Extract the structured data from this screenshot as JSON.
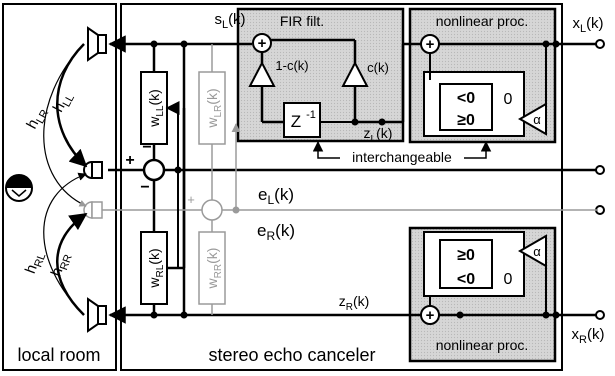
{
  "diagram": {
    "regions": {
      "local_room": "local room",
      "canceler": "stereo echo canceler"
    },
    "blocks": {
      "fir": {
        "title": "FIR filt.",
        "gain_a": "1-c(k)",
        "gain_b": "c(k)",
        "delay": "Z",
        "delay_exp": "-1"
      },
      "nl_top": {
        "title": "nonlinear proc.",
        "lt": "<0",
        "ge": "≥0",
        "zero": "0",
        "alpha": "α"
      },
      "nl_bottom": {
        "title": "nonlinear proc.",
        "lt": "<0",
        "ge": "≥0",
        "zero": "0",
        "alpha": "α"
      }
    },
    "filters": {
      "wLL": {
        "base": "w",
        "sub": "LL",
        "arg": "(k)"
      },
      "wLR": {
        "base": "w",
        "sub": "LR",
        "arg": "(k)"
      },
      "wRL": {
        "base": "w",
        "sub": "RL",
        "arg": "(k)"
      },
      "wRR": {
        "base": "w",
        "sub": "RR",
        "arg": "(k)"
      }
    },
    "signals": {
      "sL": {
        "base": "s",
        "sub": "L",
        "arg": "(k)"
      },
      "zL": {
        "base": "z",
        "sub": "L",
        "arg": "(k)"
      },
      "zR": {
        "base": "z",
        "sub": "R",
        "arg": "(k)"
      },
      "xL": {
        "base": "x",
        "sub": "L",
        "arg": "(k)"
      },
      "xR": {
        "base": "x",
        "sub": "R",
        "arg": "(k)"
      },
      "eL": {
        "base": "e",
        "sub": "L",
        "arg": "(k)"
      },
      "eR": {
        "base": "e",
        "sub": "R",
        "arg": "(k)"
      }
    },
    "paths": {
      "hLL": {
        "base": "h",
        "sub": "LL"
      },
      "hLR": {
        "base": "h",
        "sub": "LR"
      },
      "hRL": {
        "base": "h",
        "sub": "RL"
      },
      "hRR": {
        "base": "h",
        "sub": "RR"
      }
    },
    "interchangeable": "interchangeable",
    "signs": {
      "plus": "+",
      "minus": "−"
    }
  }
}
